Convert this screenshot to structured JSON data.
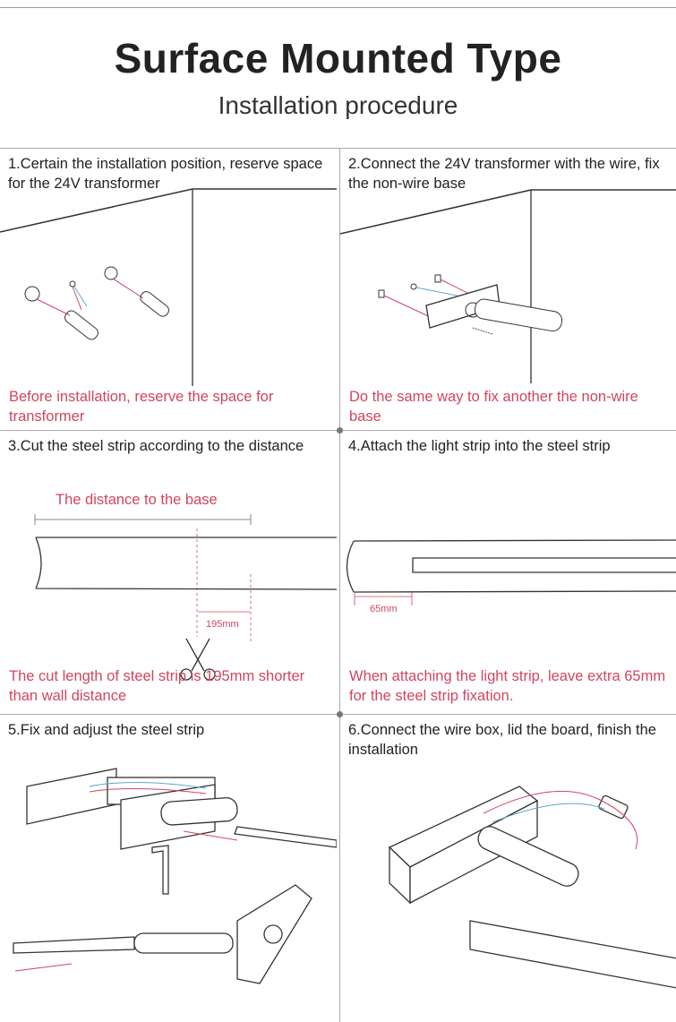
{
  "header": {
    "title": "Surface Mounted Type",
    "subtitle": "Installation procedure"
  },
  "steps": [
    {
      "label": "1.Certain the installation position, reserve space for the 24V transformer",
      "note": "Before installation, reserve the space for transformer"
    },
    {
      "label": "2.Connect the 24V transformer with the wire, fix the non-wire base",
      "note": "Do the same way to fix another the non-wire base"
    },
    {
      "label": "3.Cut the steel strip according to the distance",
      "note": "The cut length of steel strip is 195mm shorter than wall distance",
      "dimension_label": "The distance to the base",
      "cut_measure": "195mm"
    },
    {
      "label": "4.Attach the light strip into the steel strip",
      "note": "When attaching the light strip, leave extra 65mm for the steel strip fixation.",
      "measure": "65mm"
    },
    {
      "label": "5.Fix and adjust the steel strip"
    },
    {
      "label": "6.Connect the wire box, lid the board, finish the installation"
    }
  ],
  "colors": {
    "accent": "#d3455d",
    "wire_blue": "#5aa8d0",
    "text": "#222222"
  }
}
